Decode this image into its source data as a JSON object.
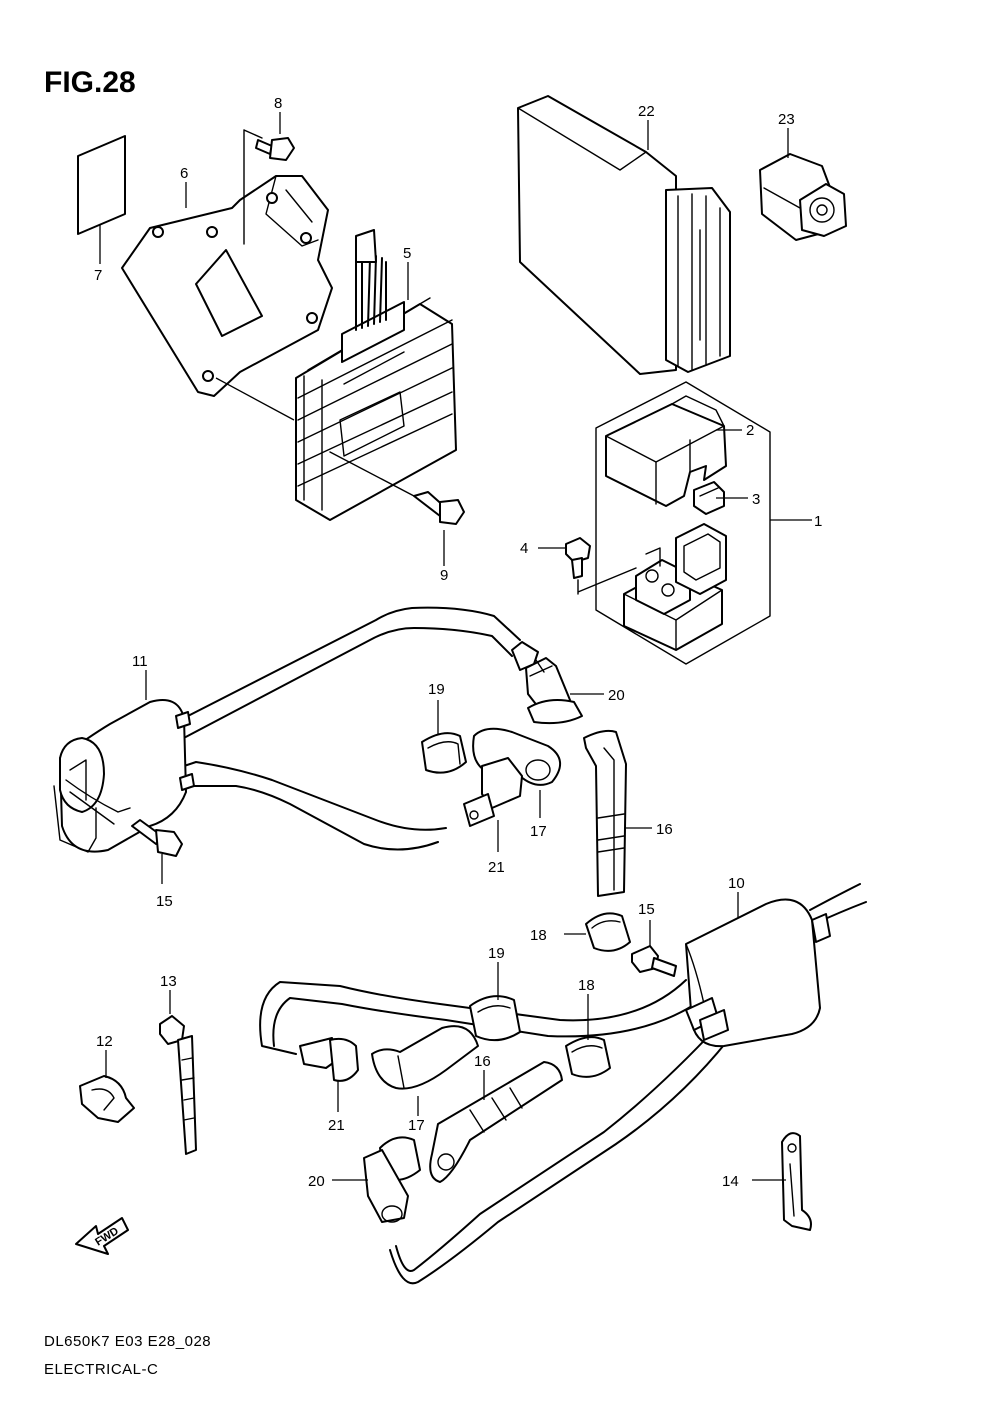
{
  "title": "FIG.28",
  "footer": {
    "model_code": "DL650K7 E03 E28_028",
    "section": "ELECTRICAL-C"
  },
  "fwd_arrow": {
    "label": "FWD",
    "icon": "forward-arrow-icon"
  },
  "callouts": {
    "c1": "1",
    "c2": "2",
    "c3": "3",
    "c4": "4",
    "c5": "5",
    "c6": "6",
    "c7": "7",
    "c8": "8",
    "c9": "9",
    "c10": "10",
    "c11": "11",
    "c12": "12",
    "c13": "13",
    "c14": "14",
    "c15a": "15",
    "c15b": "15",
    "c16a": "16",
    "c16b": "16",
    "c17a": "17",
    "c17b": "17",
    "c18a": "18",
    "c18b": "18",
    "c19a": "19",
    "c19b": "19",
    "c20a": "20",
    "c20b": "20",
    "c21a": "21",
    "c21b": "21",
    "c22": "22",
    "c23": "23"
  }
}
